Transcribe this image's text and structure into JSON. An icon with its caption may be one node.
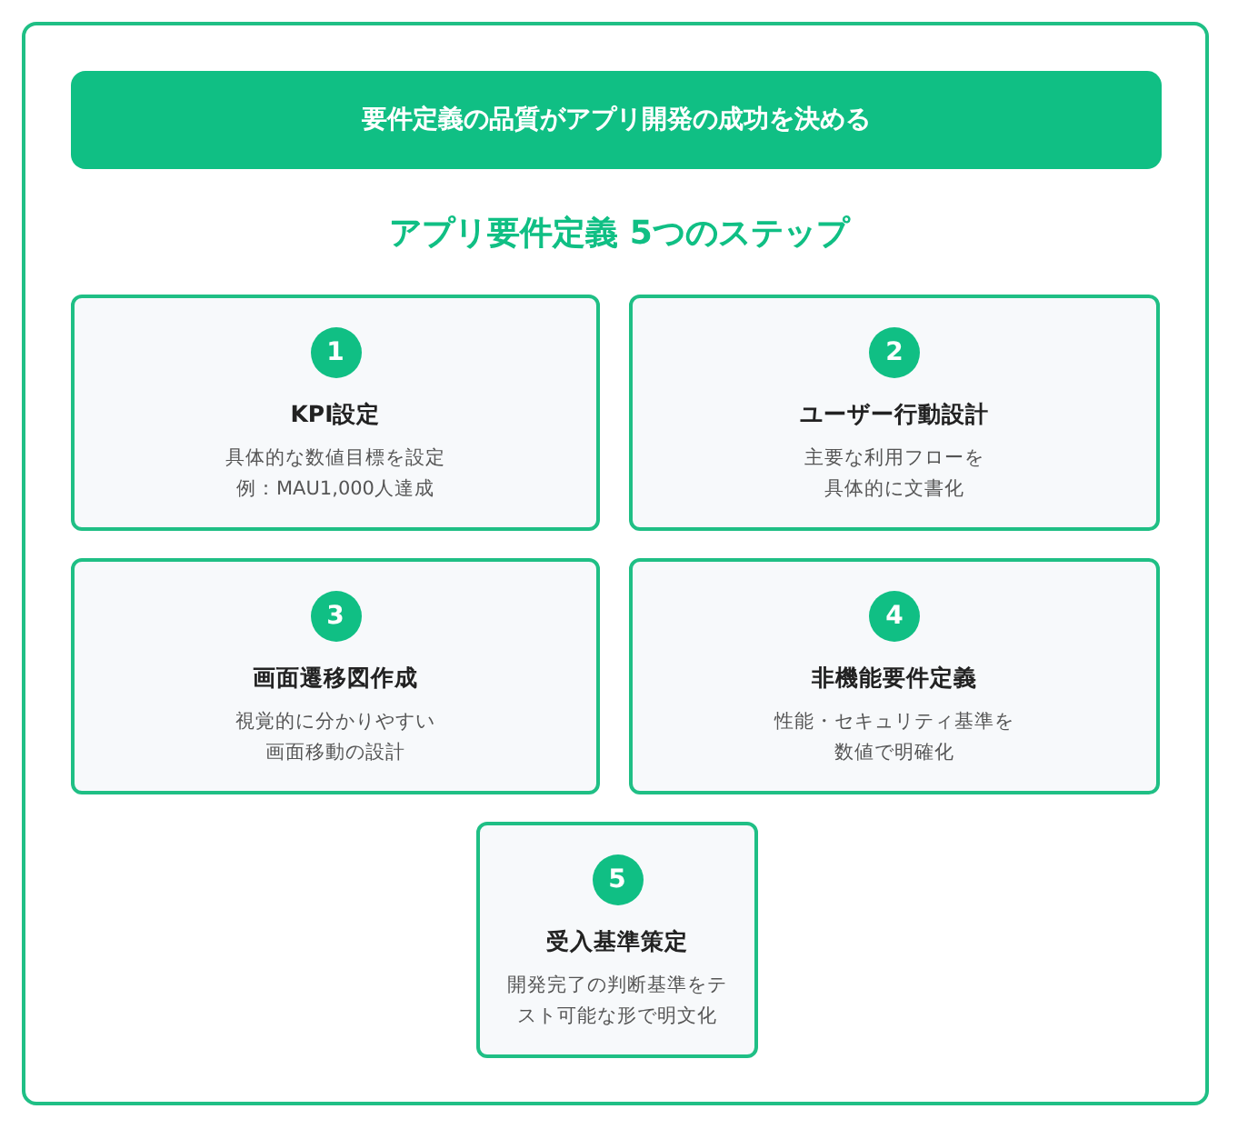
{
  "diagram": {
    "title": "アプリ要件定義 5つのステップ",
    "nodes": [
      {
        "text": [],
        "shape": "box"
      },
      {
        "text": [
          "要件定義の品質がアプリ開発の成功を決める"
        ],
        "in": 0
      },
      {
        "text": [
          "KPI設定",
          "具体的な数値目標を設定",
          "例：MAU1,000人達成"
        ],
        "in": 0
      },
      {
        "text": [
          "1"
        ],
        "in": 2
      },
      {
        "text": [
          "ユーザー行動設計",
          "主要な利用フローを具体的に文書化"
        ],
        "in": 0
      },
      {
        "text": [
          "2"
        ],
        "in": 4
      },
      {
        "text": [
          "画面遷移図作成",
          "視覚的に分かりやすい画面移動の設計"
        ],
        "in": 0
      },
      {
        "text": [
          "3"
        ],
        "in": 6
      },
      {
        "text": [
          "非機能要件定義",
          "性能・セキュリティ基準を数値で明確化"
        ],
        "in": 0
      },
      {
        "text": [
          "4"
        ],
        "in": 8
      },
      {
        "text": [
          "受入基準策定",
          "開発完了の判断基準をテスト可能な形で明文化"
        ],
        "in": 0
      },
      {
        "text": [
          "5"
        ],
        "in": 10
      }
    ],
    "edges": []
  }
}
